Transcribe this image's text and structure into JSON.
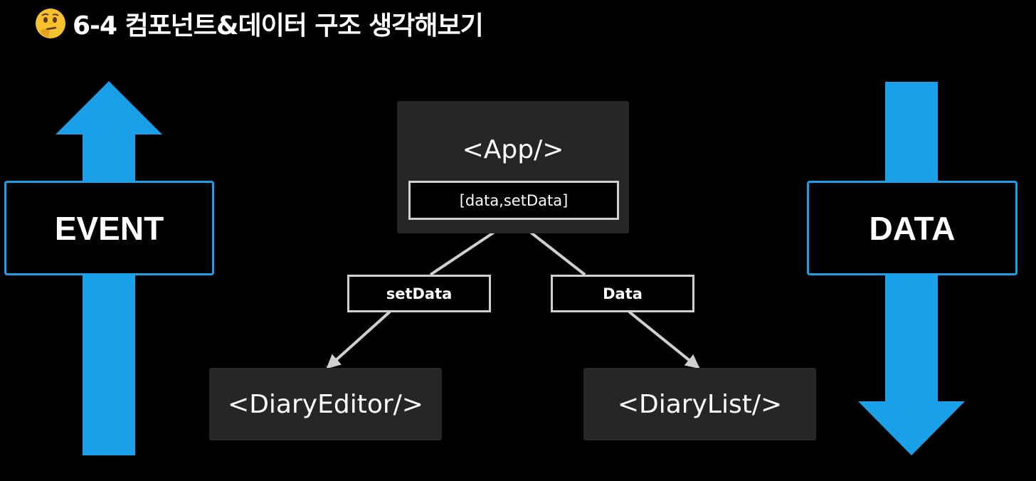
{
  "title": {
    "emoji_icon": "thinking-face-icon",
    "text": "6-4 컴포넌트&데이터 구조 생각해보기"
  },
  "event_label": "EVENT",
  "data_label": "DATA",
  "components": {
    "app": "<App/>",
    "app_state": "[data,setData]",
    "editor": "<DiaryEditor/>",
    "list": "<DiaryList/>"
  },
  "props": {
    "editor": "setData",
    "list": "Data"
  },
  "colors": {
    "arrow": "#1aa0e8",
    "component_bg": "#262626",
    "line": "#d0d0d0",
    "background": "#000000"
  }
}
